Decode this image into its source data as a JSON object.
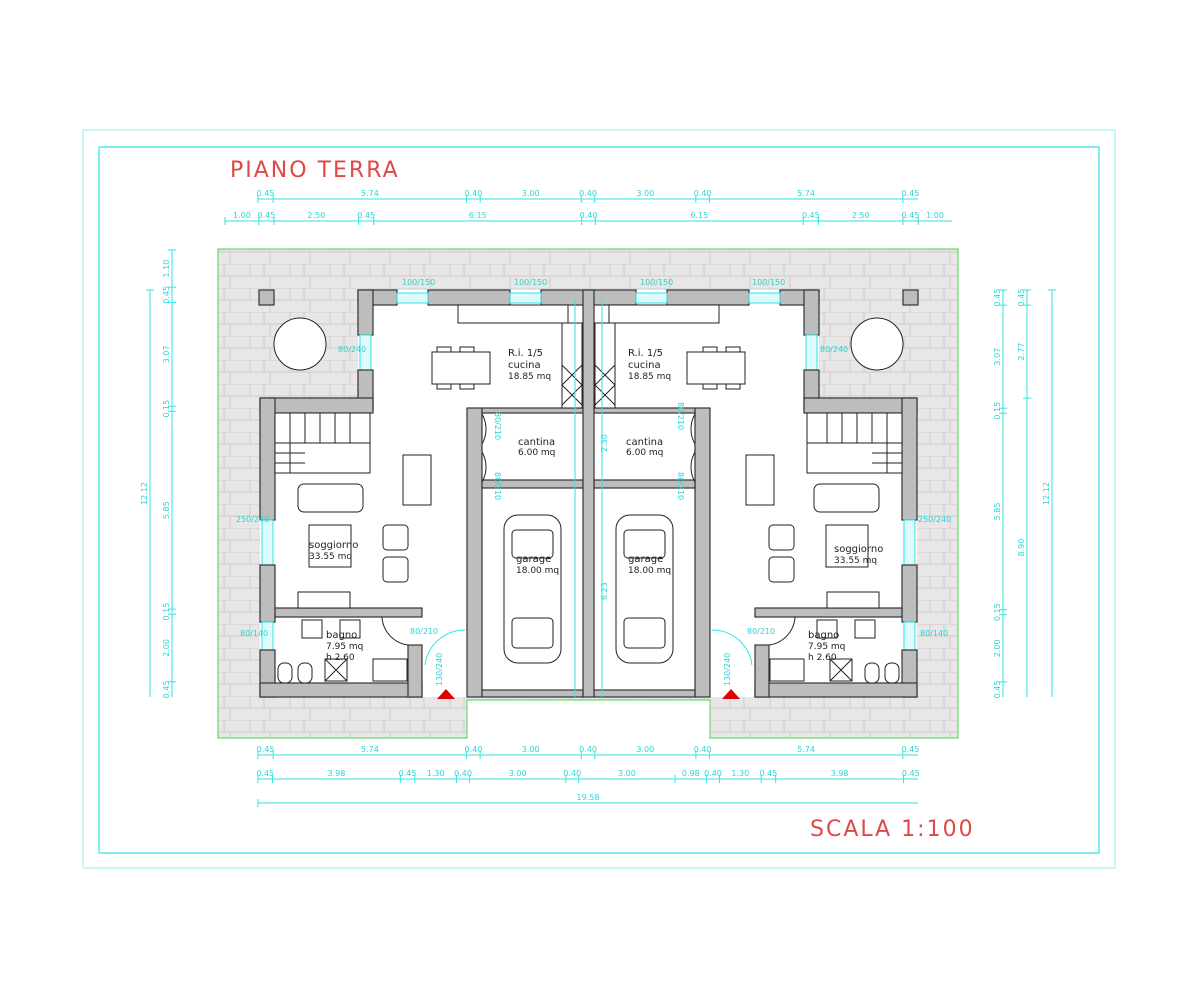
{
  "title": "PIANO TERRA",
  "scale": "SCALA 1:100",
  "colors": {
    "title": "#e04848",
    "dimension": "#2ee6e6",
    "wall": "#bdbdbd",
    "plot_border": "#66dd66",
    "entrance_marker": "#e00000"
  },
  "dimensions": {
    "top_row1": [
      "0.45",
      "5.74",
      "0.40",
      "3.00",
      "0.40",
      "3.00",
      "0.40",
      "5.74",
      "0.45"
    ],
    "top_row2": [
      "1.00",
      "0.45",
      "2.50",
      "0.45",
      "6.15",
      "0.40",
      "6.15",
      "0.45",
      "2.50",
      "0.45",
      "1.00"
    ],
    "bottom_row1": [
      "0.45",
      "5.74",
      "0.40",
      "3.00",
      "0.40",
      "3.00",
      "0.40",
      "5.74",
      "0.45"
    ],
    "bottom_row2": [
      "0.45",
      "3.98",
      "0.45",
      "1.30",
      "0.40",
      "3.00",
      "0.40",
      "3.00",
      "0.98",
      "0.40",
      "1.30",
      "0.45",
      "3.98",
      "0.45"
    ],
    "bottom_total": [
      "19.58"
    ],
    "left_col1": [
      "1.10",
      "0.45",
      "3.07",
      "0.15",
      "5.85",
      "0.15",
      "2.00",
      "0.45"
    ],
    "left_total": [
      "12.12"
    ],
    "right_col1": [
      "0.45",
      "3.07",
      "0.15",
      "5.85",
      "0.15",
      "2.00",
      "0.45"
    ],
    "right_col2": [
      "0.45",
      "2.77",
      "8.90"
    ],
    "right_total": [
      "12.12"
    ]
  },
  "rooms": {
    "kitchen_ri": "R.i. 1/5",
    "kitchen_name": "cucina",
    "kitchen_area": "18.85 mq",
    "cellar_name": "cantina",
    "cellar_area": "6.00 mq",
    "garage_name": "garage",
    "garage_area": "18.00 mq",
    "living_name": "soggiorno",
    "living_area": "33.55 mq",
    "bath_name": "bagno",
    "bath_area": "7.95 mq",
    "bath_height": "h 2.60"
  },
  "openings": {
    "kitchen_window": "100/150",
    "kitchen_side_window": "80/240",
    "living_window": "250/240",
    "bath_window": "80/140",
    "bath_door": "80/210",
    "cellar_door": "80/210",
    "entrance_door": "130/240",
    "garage_depth_a": "2.30",
    "garage_depth_b": "6.23"
  }
}
